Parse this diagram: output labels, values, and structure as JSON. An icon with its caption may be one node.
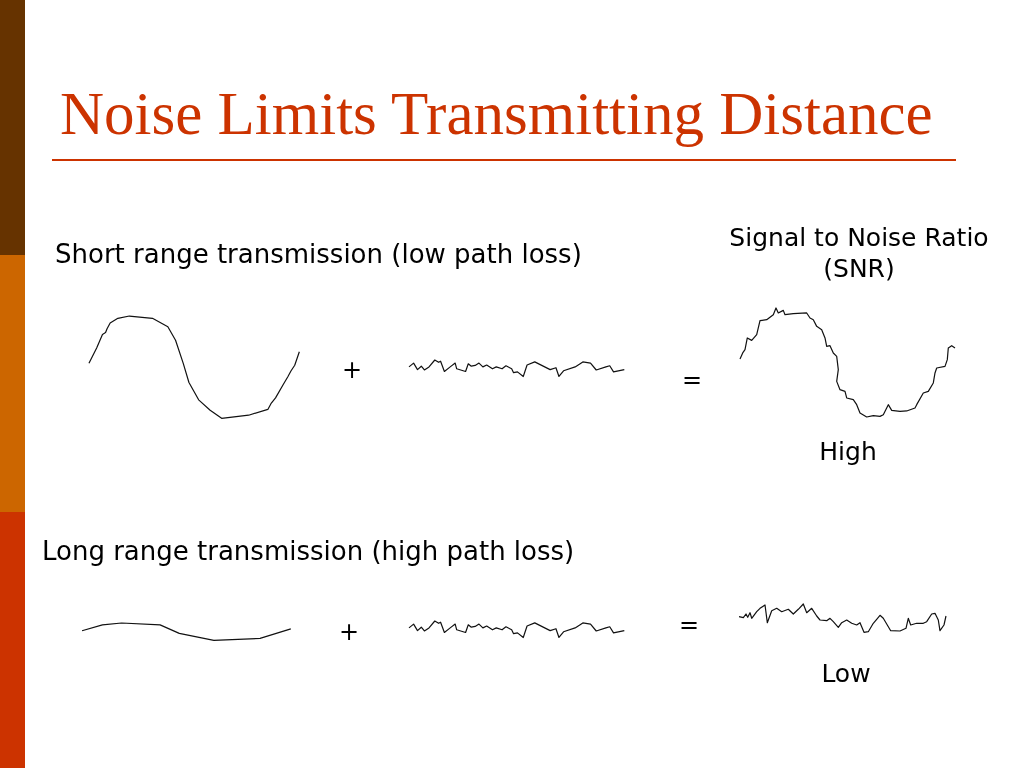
{
  "diagram": {
    "title": "Noise Limits Transmitting Distance",
    "labels": [
      "Short range transmission (low path loss)",
      "Signal to Noise Ratio (SNR)",
      "+",
      "=",
      "High",
      "Long range transmission (high path loss)",
      "+",
      "=",
      "Low"
    ]
  }
}
